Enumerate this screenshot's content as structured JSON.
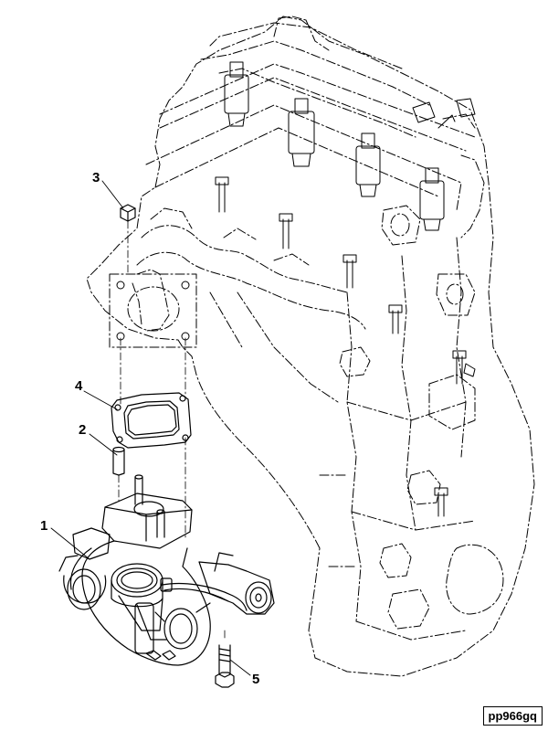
{
  "diagram": {
    "callouts": [
      {
        "id": "1",
        "label": "1"
      },
      {
        "id": "2",
        "label": "2"
      },
      {
        "id": "3",
        "label": "3"
      },
      {
        "id": "4",
        "label": "4"
      },
      {
        "id": "5",
        "label": "5"
      }
    ],
    "reference_code": "pp966gq"
  }
}
